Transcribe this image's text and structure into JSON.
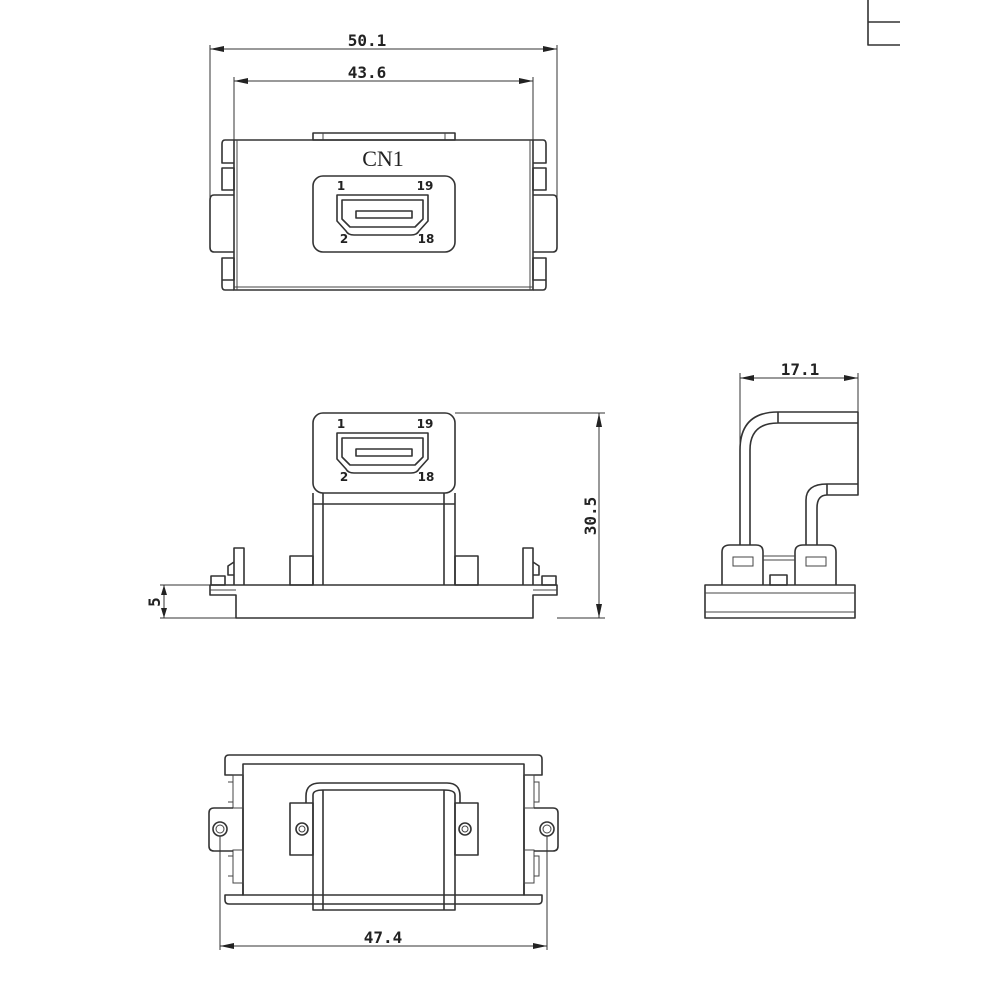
{
  "drawing": {
    "connector_label": "CN1",
    "pins": {
      "top_left": "1",
      "top_right": "19",
      "bottom_left": "2",
      "bottom_right": "18"
    },
    "dimensions": {
      "overall_width": "50.1",
      "body_width": "43.6",
      "height": "30.5",
      "base_height": "5",
      "depth": "17.1",
      "mount_hole_span": "47.4"
    }
  }
}
